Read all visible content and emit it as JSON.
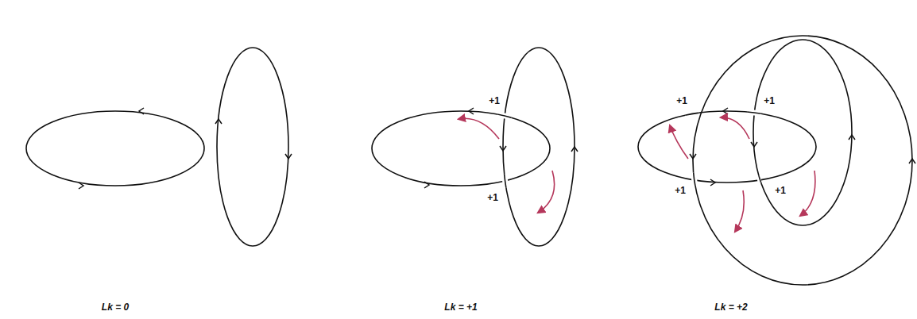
{
  "diagram": {
    "labels": [
      "Lk = 0",
      "+1",
      "+1",
      "Lk = +1",
      "+1",
      "+1",
      "+1",
      "+1",
      "Lk = +2"
    ]
  }
}
